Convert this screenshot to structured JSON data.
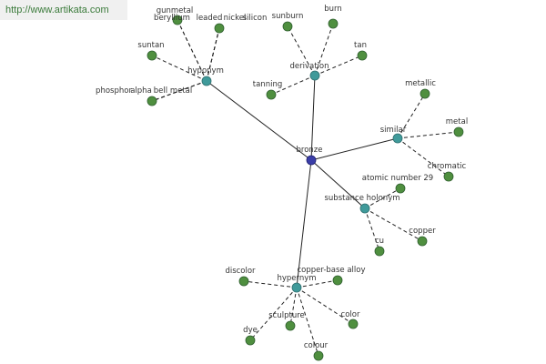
{
  "banner": {
    "url": "http://www.artikata.com"
  },
  "colors": {
    "center_node": "#3a3ea8",
    "category_node": "#3f9a9a",
    "leaf_node": "#4f8f3f",
    "edge": "#222222",
    "banner_bg": "#f0f0f0",
    "banner_text": "#3a7a3a"
  },
  "graph": {
    "center": {
      "id": "bronze",
      "label": "bronze"
    },
    "categories": [
      {
        "id": "hyponym",
        "label": "hyponym"
      },
      {
        "id": "derivation",
        "label": "derivation"
      },
      {
        "id": "similar",
        "label": "similar"
      },
      {
        "id": "substance-holonym",
        "label": "substance holonym"
      },
      {
        "id": "hypernym",
        "label": "hypernym"
      }
    ],
    "leaves": [
      {
        "id": "gunmetal",
        "label": "gunmetal",
        "parent": "hyponym"
      },
      {
        "id": "beryllium-bronze",
        "label": "beryllium",
        "parent": "hyponym"
      },
      {
        "id": "leaded-bronze",
        "label": "leaded",
        "parent": "hyponym"
      },
      {
        "id": "nickel-bronze",
        "label": "nickel",
        "parent": "hyponym"
      },
      {
        "id": "silicon-bronze",
        "label": "silicon",
        "parent": "hyponym"
      },
      {
        "id": "suntan",
        "label": "suntan",
        "parent": "hyponym"
      },
      {
        "id": "phosphor",
        "label": "phosphor",
        "parent": "hyponym"
      },
      {
        "id": "alpha",
        "label": "alpha",
        "parent": "hyponym"
      },
      {
        "id": "bell-metal",
        "label": "bell metal",
        "parent": "hyponym"
      },
      {
        "id": "sunburn",
        "label": "sunburn",
        "parent": "derivation"
      },
      {
        "id": "burn",
        "label": "burn",
        "parent": "derivation"
      },
      {
        "id": "tan",
        "label": "tan",
        "parent": "derivation"
      },
      {
        "id": "tanning",
        "label": "tanning",
        "parent": "derivation"
      },
      {
        "id": "metallic",
        "label": "metallic",
        "parent": "similar"
      },
      {
        "id": "metal",
        "label": "metal",
        "parent": "similar"
      },
      {
        "id": "chromatic",
        "label": "chromatic",
        "parent": "similar"
      },
      {
        "id": "atomic-number-29",
        "label": "atomic number 29",
        "parent": "substance-holonym"
      },
      {
        "id": "copper",
        "label": "copper",
        "parent": "substance-holonym"
      },
      {
        "id": "cu",
        "label": "cu",
        "parent": "substance-holonym"
      },
      {
        "id": "discolor",
        "label": "discolor",
        "parent": "hypernym"
      },
      {
        "id": "copper-base-alloy",
        "label": "copper-base alloy",
        "parent": "hypernym"
      },
      {
        "id": "sculpture",
        "label": "sculpture",
        "parent": "hypernym"
      },
      {
        "id": "color",
        "label": "color",
        "parent": "hypernym"
      },
      {
        "id": "dye",
        "label": "dye",
        "parent": "hypernym"
      },
      {
        "id": "colour",
        "label": "colour",
        "parent": "hypernym"
      }
    ]
  }
}
